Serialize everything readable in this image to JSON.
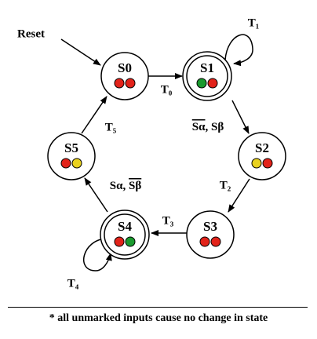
{
  "reset_label": "Reset",
  "states": [
    {
      "id": "S0",
      "label": "S0",
      "accepting": false,
      "lights": [
        "red",
        "red"
      ]
    },
    {
      "id": "S1",
      "label": "S1",
      "accepting": true,
      "lights": [
        "green",
        "red"
      ]
    },
    {
      "id": "S2",
      "label": "S2",
      "accepting": false,
      "lights": [
        "yellow",
        "red"
      ]
    },
    {
      "id": "S3",
      "label": "S3",
      "accepting": false,
      "lights": [
        "red",
        "red"
      ]
    },
    {
      "id": "S4",
      "label": "S4",
      "accepting": true,
      "lights": [
        "red",
        "green"
      ]
    },
    {
      "id": "S5",
      "label": "S5",
      "accepting": false,
      "lights": [
        "red",
        "yellow"
      ]
    }
  ],
  "transitions": [
    {
      "from": "S0",
      "to": "S1",
      "label": "T₀"
    },
    {
      "from": "S1",
      "to": "S1",
      "label": "T₁"
    },
    {
      "from": "S1",
      "to": "S2",
      "label_overbar": "Sα",
      "label_rest": ", Sβ"
    },
    {
      "from": "S2",
      "to": "S3",
      "label": "T₂"
    },
    {
      "from": "S3",
      "to": "S4",
      "label": "T₃"
    },
    {
      "from": "S4",
      "to": "S4",
      "label": "T₄"
    },
    {
      "from": "S4",
      "to": "S5",
      "label_rest_first": "Sα, ",
      "label_overbar_last": "Sβ"
    },
    {
      "from": "S5",
      "to": "S0",
      "label": "T₅"
    }
  ],
  "colors": {
    "red": "#e2231a",
    "green": "#1a9a2e",
    "yellow": "#e9d21f",
    "stroke": "#000000"
  },
  "footnote": "* all unmarked inputs cause no change in state"
}
